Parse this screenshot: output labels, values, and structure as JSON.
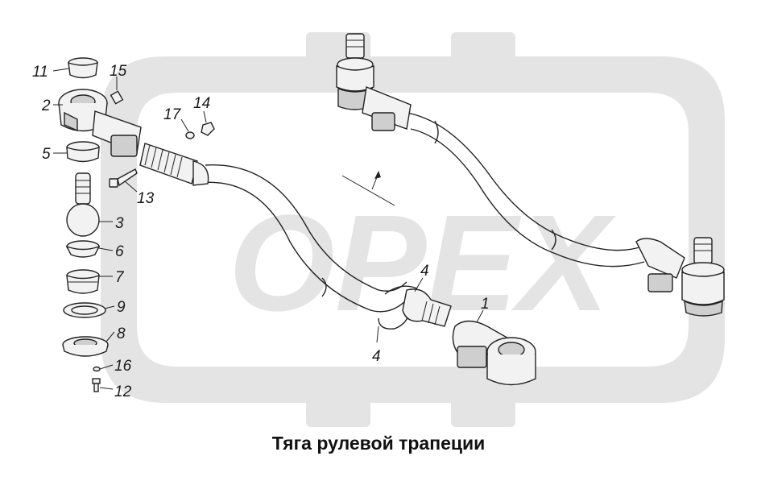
{
  "caption": "Тяга рулевой трапеции",
  "watermark": "OPEX",
  "colors": {
    "watermark": "#e4e4e4",
    "line": "#222222",
    "part_fill": "#f2f2f2"
  },
  "labels": {
    "l1": "1",
    "l2": "2",
    "l3": "3",
    "l4a": "4",
    "l4b": "4",
    "l5": "5",
    "l6": "6",
    "l7": "7",
    "l8": "8",
    "l9": "9",
    "l11": "11",
    "l12": "12",
    "l13": "13",
    "l14": "14",
    "l15": "15",
    "l16": "16",
    "l17": "17"
  }
}
